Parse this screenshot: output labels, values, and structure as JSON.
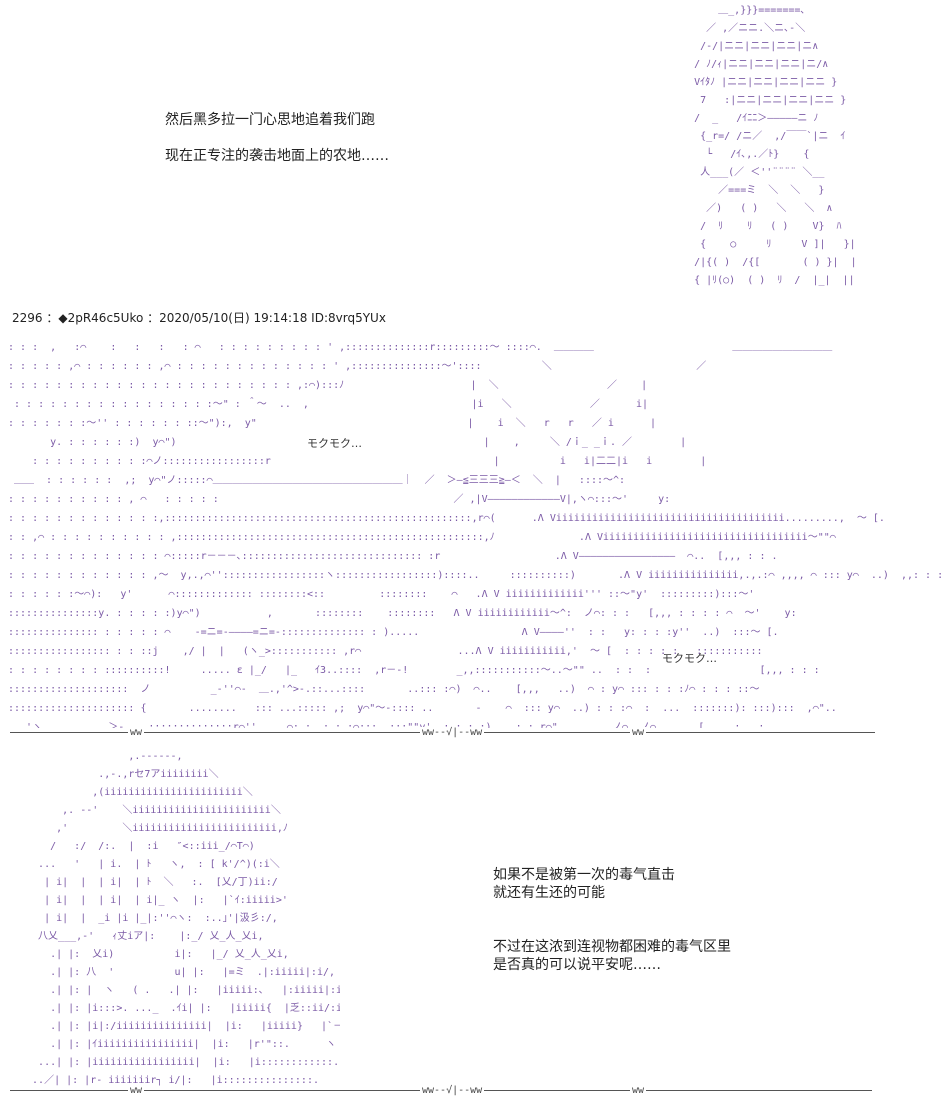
{
  "narration_top": {
    "line1": "然后黑多拉一门心思地追着我们跑",
    "line2": "现在正专注的袭击地面上的农地……"
  },
  "post_header": "2296 ：◆2pR46c5Uko ：2020/05/10(日) 19:14:18 ID:8vrq5YUx",
  "sfx": {
    "mokumoku_1": "モクモク…",
    "mokumoku_2": "モクモク…"
  },
  "separator_labels": {
    "left": "ww",
    "mid": "ww‐‐√|‐‐ww",
    "right": "ww"
  },
  "narration_bottom": {
    "line1": "如果不是被第一次的毒气直击",
    "line2": "就还有生还的可能",
    "line3": "不过在这浓到连视物都困难的毒气区里",
    "line4": "是否真的可以说平安呢……"
  },
  "colors": {
    "ascii_art": "#7b5aa6",
    "text": "#222222",
    "background": "#ffffff"
  }
}
